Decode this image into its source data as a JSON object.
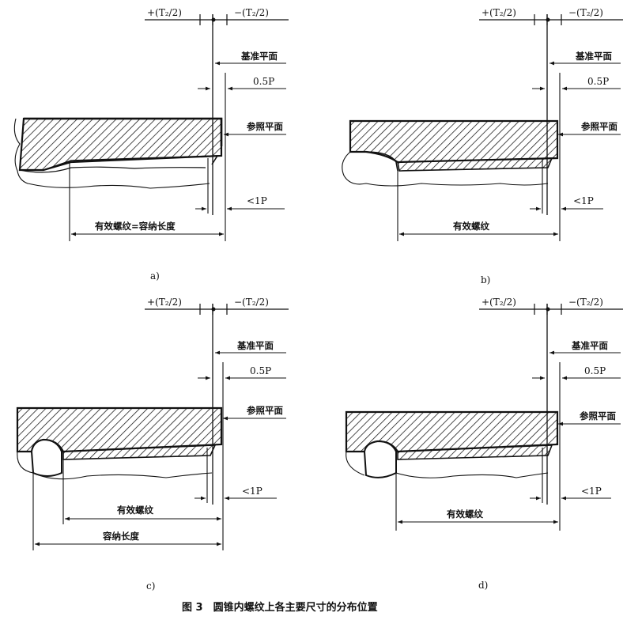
{
  "panels": [
    {
      "id": "a",
      "sub_label": "a)",
      "plus_tol": "+(T₂/2)",
      "minus_tol": "−(T₂/2)",
      "basic_plane": "基准平面",
      "half_pitch": "0.5P",
      "ref_plane": "参照平面",
      "less_pitch": "<1P",
      "dim1": "有效螺纹=容纳长度",
      "dim2": ""
    },
    {
      "id": "b",
      "sub_label": "b)",
      "plus_tol": "+(T₂/2)",
      "minus_tol": "−(T₂/2)",
      "basic_plane": "基准平面",
      "half_pitch": "0.5P",
      "ref_plane": "参照平面",
      "less_pitch": "<1P",
      "dim1": "有效螺纹",
      "dim2": ""
    },
    {
      "id": "c",
      "sub_label": "c)",
      "plus_tol": "+(T₂/2)",
      "minus_tol": "−(T₂/2)",
      "basic_plane": "基准平面",
      "half_pitch": "0.5P",
      "ref_plane": "参照平面",
      "less_pitch": "<1P",
      "dim1": "有效螺纹",
      "dim2": "容纳长度"
    },
    {
      "id": "d",
      "sub_label": "d)",
      "plus_tol": "+(T₂/2)",
      "minus_tol": "−(T₂/2)",
      "basic_plane": "基准平面",
      "half_pitch": "0.5P",
      "ref_plane": "参照平面",
      "less_pitch": "<1P",
      "dim1": "有效螺纹",
      "dim2": ""
    }
  ],
  "caption": "图 3　圆锥内螺纹上各主要尺寸的分布位置"
}
